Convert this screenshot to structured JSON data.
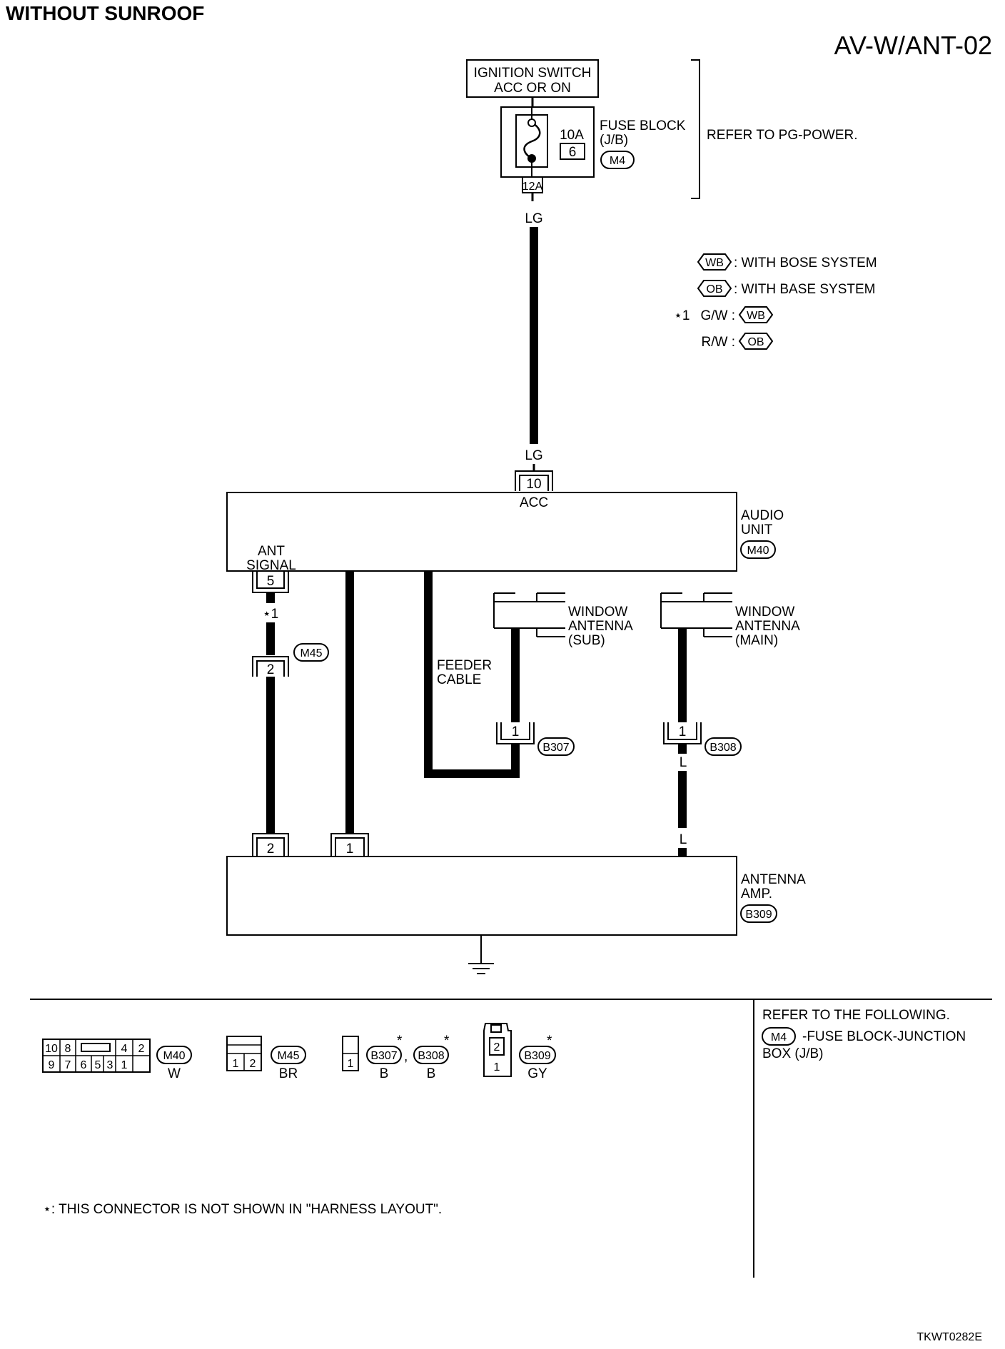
{
  "header": {
    "variant_title": "WITHOUT SUNROOF",
    "diagram_code": "AV-W/ANT-02",
    "figure_id": "TKWT0282E"
  },
  "power": {
    "ignition_line1": "IGNITION SWITCH",
    "ignition_line2": "ACC OR ON",
    "fuse_amp": "10A",
    "fuse_num": "6",
    "fuse_block_line1": "FUSE BLOCK",
    "fuse_block_line2": "(J/B)",
    "fuse_block_conn": "M4",
    "fuse_out_pin": "12A",
    "refer_power": "REFER TO PG-POWER."
  },
  "legend": {
    "wb_tag": "WB",
    "wb_text": ": WITH BOSE SYSTEM",
    "ob_tag": "OB",
    "ob_text": ": WITH BASE SYSTEM",
    "star1": "⋆1",
    "gw_text": "G/W :",
    "rw_text": "R/W :"
  },
  "wires": {
    "lg_top": "LG",
    "lg_bottom": "LG",
    "star1_label": "⋆1",
    "l_top": "L",
    "l_bottom": "L",
    "feeder_line1": "FEEDER",
    "feeder_line2": "CABLE"
  },
  "audio_unit": {
    "pin_acc": "10",
    "acc_label": "ACC",
    "name_line1": "AUDIO",
    "name_line2": "UNIT",
    "conn": "M40",
    "ant_line1": "ANT",
    "ant_line2": "SIGNAL",
    "pin_ant": "5"
  },
  "m45": {
    "conn": "M45",
    "pin": "2"
  },
  "window_sub": {
    "line1": "WINDOW",
    "line2": "ANTENNA",
    "line3": "(SUB)",
    "pin": "1",
    "conn": "B307"
  },
  "window_main": {
    "line1": "WINDOW",
    "line2": "ANTENNA",
    "line3": "(MAIN)",
    "pin": "1",
    "conn": "B308"
  },
  "antenna_amp": {
    "pin_a": "2",
    "pin_b": "1",
    "name_line1": "ANTENNA",
    "name_line2": "AMP.",
    "conn": "B309"
  },
  "connectors": {
    "m40": {
      "top_pins": [
        "10",
        "8",
        "4",
        "2"
      ],
      "bottom_pins": [
        "9",
        "7",
        "6",
        "5",
        "3",
        "1"
      ],
      "conn": "M40",
      "color": "W"
    },
    "m45": {
      "pins": [
        "1",
        "2"
      ],
      "conn": "M45",
      "color": "BR"
    },
    "b307": {
      "pin": "1",
      "conn": "B307",
      "color": "B",
      "star": "*"
    },
    "sep": ",",
    "b308": {
      "conn": "B308",
      "color": "B",
      "star": "*"
    },
    "b309": {
      "pin_top": "2",
      "pin_bottom": "1",
      "conn": "B309",
      "color": "GY",
      "star": "*"
    }
  },
  "notes": {
    "refer_following": "REFER TO THE FOLLOWING.",
    "m4_conn": "M4",
    "m4_line1": "-FUSE BLOCK-JUNCTION",
    "m4_line2": "BOX (J/B)",
    "footnote": "⋆: THIS CONNECTOR IS NOT SHOWN IN \"HARNESS LAYOUT\"."
  }
}
